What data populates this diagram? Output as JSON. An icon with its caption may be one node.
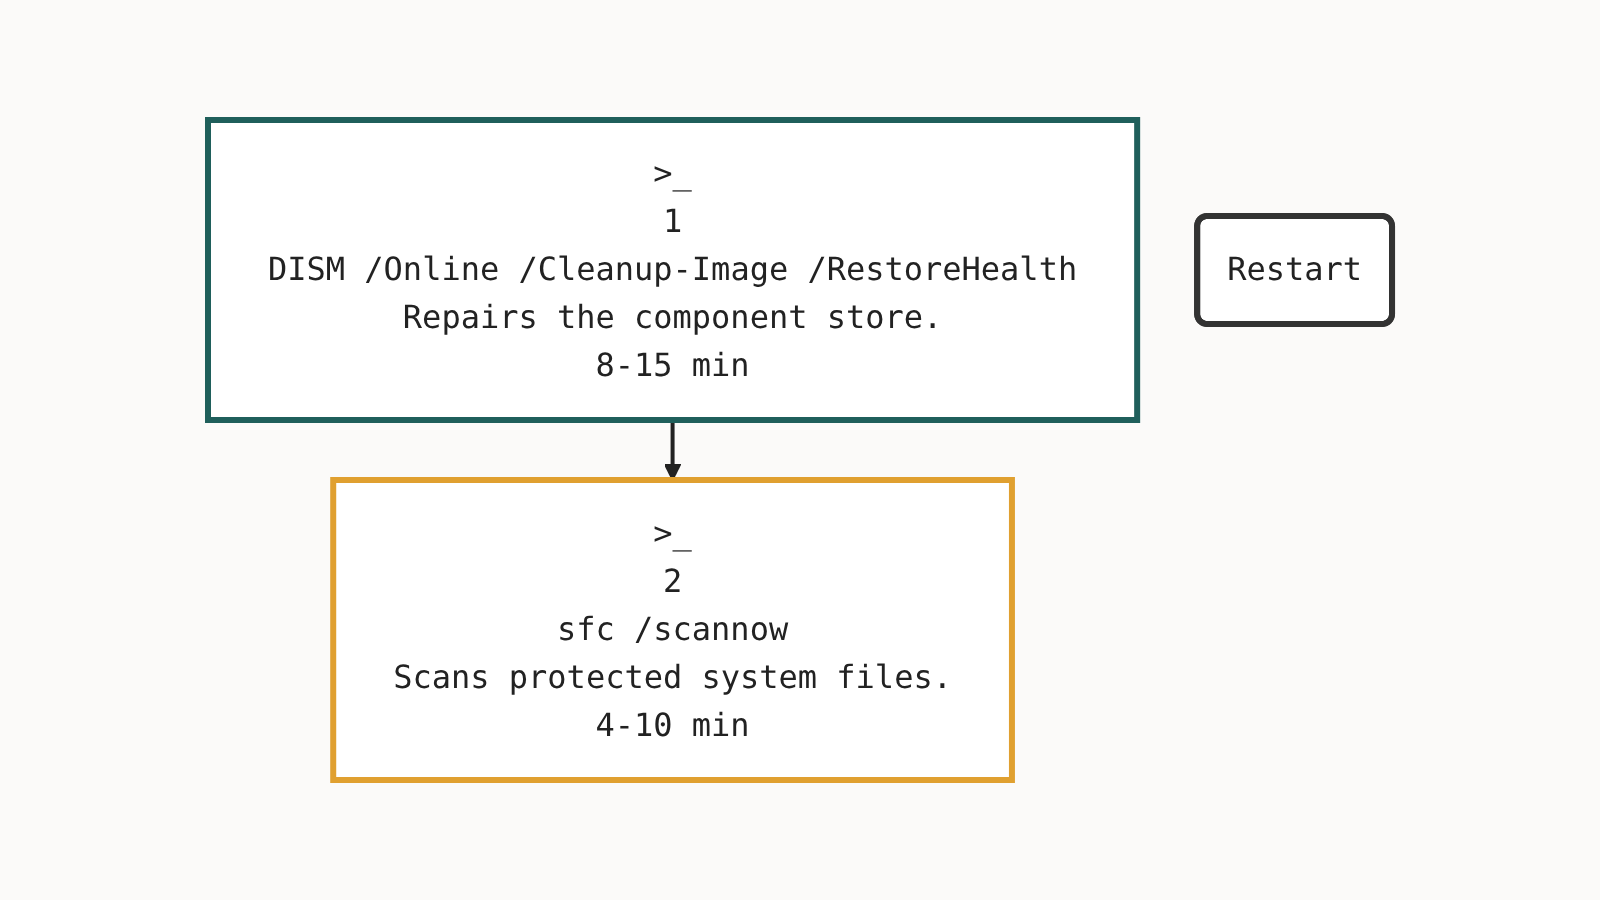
{
  "diagram": {
    "nodes": [
      {
        "text": [
          ">_",
          "1",
          "DISM /Online /Cleanup-Image /RestoreHealth",
          "Repairs the component store.",
          "8-15 min"
        ]
      },
      {
        "text": [
          ">_",
          "2",
          "sfc /scannow",
          "Scans protected system files.",
          "4-10 min"
        ]
      },
      {
        "text": [
          "Restart"
        ]
      }
    ],
    "edges": [
      {
        "from": 0,
        "to": 1,
        "arrow": "to"
      }
    ]
  }
}
